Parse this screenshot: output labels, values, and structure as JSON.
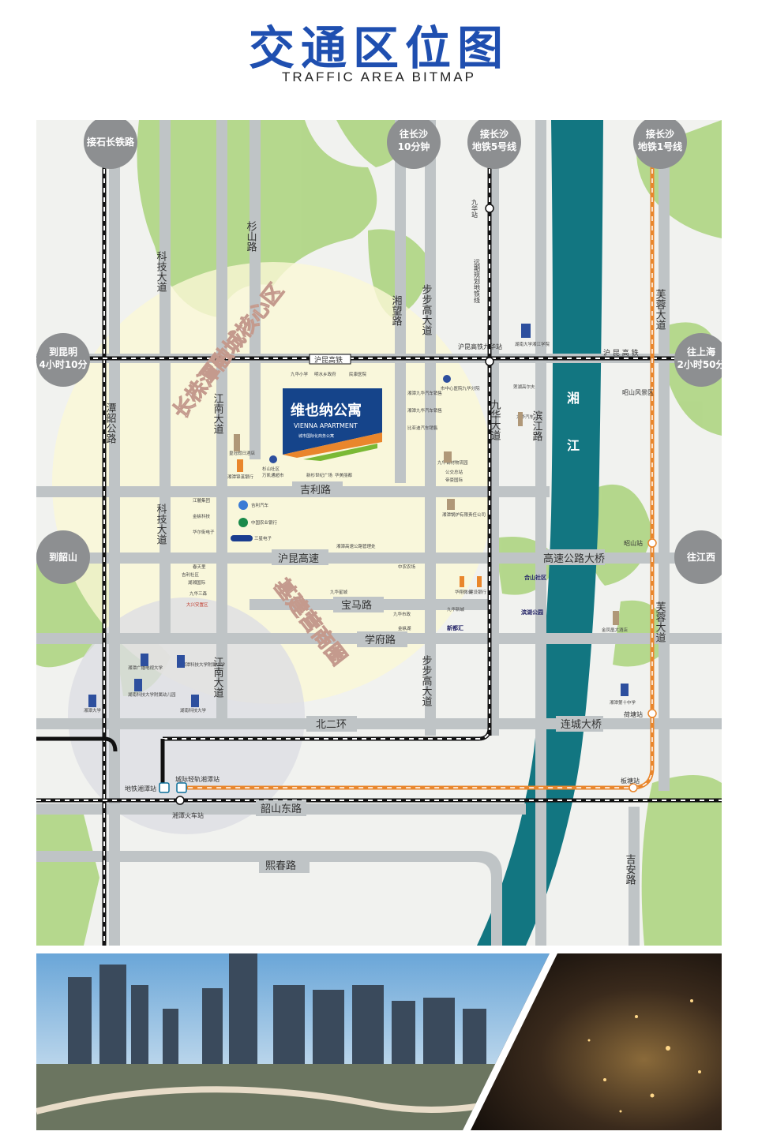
{
  "header": {
    "title": "交通区位图",
    "subtitle": "TRAFFIC AREA BITMAP"
  },
  "colors": {
    "river": "#127681",
    "road": "#bfc4c6",
    "green": "#a8d37a",
    "metro_orange": "#e9862c",
    "title_blue": "#1f4fb0"
  },
  "badges": {
    "b1": "接石长铁路",
    "b2a": "往长沙",
    "b2b": "10分钟",
    "b3a": "接长沙",
    "b3b": "地铁5号线",
    "b4a": "接长沙",
    "b4b": "地铁1号线",
    "b5a": "到昆明",
    "b5b": "4小时10分",
    "b6a": "往上海",
    "b6b": "2小时50分",
    "b7": "到韶山",
    "b8": "往江西"
  },
  "roads": {
    "r_kejia": "科技大道",
    "r_kejib": "科技大道",
    "r_shan": "杉山路",
    "r_jiangnan": "江南大道",
    "r_jiangnanb": "江南大道",
    "r_xiangwang": "湘望路",
    "r_bubu": "步步高大道",
    "r_bubub": "步步高大道",
    "r_jiuhua": "九华大道",
    "r_binjiang": "滨江路",
    "r_tanmeng": "潭韶公路",
    "r_furong": "芙蓉大道",
    "r_furongb": "芙蓉大道",
    "r_jili": "吉利路",
    "r_hukun": "沪昆高速",
    "r_gaosu": "高速公路大桥",
    "r_baoma": "宝马路",
    "r_xuefu": "学府路",
    "r_beier": "北二环",
    "r_liancheng": "连城大桥",
    "r_shaodong": "韶山东路",
    "r_xichun": "熙春路",
    "r_jian": "吉安路",
    "rail_hukun": "沪昆高铁",
    "rail_hukun2": "沪 昆 高 铁"
  },
  "river": {
    "a": "湘",
    "b": "江"
  },
  "zones": {
    "z1": "长株潭融城核心区",
    "z2": "基建营商圈"
  },
  "project": {
    "name": "维也纳公寓",
    "english": "VIENNA APARTMENT",
    "tagline": "城市国际化商务公寓"
  },
  "stations": {
    "s_jiuhua": "九华站",
    "s_plan": "远期规划地铁线",
    "s_gaotie": "沪昆高铁九华站",
    "s_shaoshan": "昭山站",
    "s_hetang": "荷塘站",
    "s_bantang": "板塘站",
    "s_xiangtan": "城际轻轨湘潭站",
    "s_metro": "地铁湘潭站",
    "s_train": "湘潭火车站",
    "s_park": "昭山风景区"
  },
  "pois": {
    "p1": "九华小学",
    "p2": "明水乡政府",
    "p3": "民康医院",
    "p4": "湘潭九华汽车销售",
    "p5": "湘潭九华汽车销售",
    "p6": "比亚迪汽车销售",
    "p7": "市中心医院九华分院",
    "p8": "湖南大学湘江学院",
    "p9": "莲湖高尔夫",
    "p10": "九华钢材物流园",
    "p11": "公交总站",
    "p12": "帝豪国际",
    "p13": "皇冠假日酒店",
    "p14": "杉山社区",
    "p15": "万凯通超市",
    "p16": "新杉世纪广场",
    "p17": "华美丽都",
    "p18": "湘潭锦溪银行",
    "p19": "吉利汽车",
    "p20": "中国农业银行",
    "p21": "三星电子",
    "p22": "湘潭锅炉有限责任公司",
    "p23": "湘潭高速公路管理处",
    "p24": "江麓集团",
    "p25": "金枞科技",
    "p26": "华尔街电子",
    "p27": "春天里",
    "p28": "吉利社区",
    "p29": "湖湘国际",
    "p30": "九华三森",
    "p31": "大兴安置区",
    "p32": "中农农场",
    "p33": "九华新城",
    "p34": "华翔微业",
    "p35": "滨湖公园",
    "p36": "合山社区",
    "p37": "九华市政",
    "p38": "新都汇",
    "p39": "金枞湖",
    "p40": "湘潭广播电视大学",
    "p41": "湘潭科技大学附属中学",
    "p42": "湖南科技大学附属幼儿园",
    "p43": "湖南科技大学",
    "p44": "湘潭大学",
    "p45": "湘潭第十中学",
    "p46": "金凤凰大酒店",
    "p47": "九华星城",
    "p48": "建设银行",
    "p49": "九华汽车"
  },
  "image": {
    "note": ""
  }
}
